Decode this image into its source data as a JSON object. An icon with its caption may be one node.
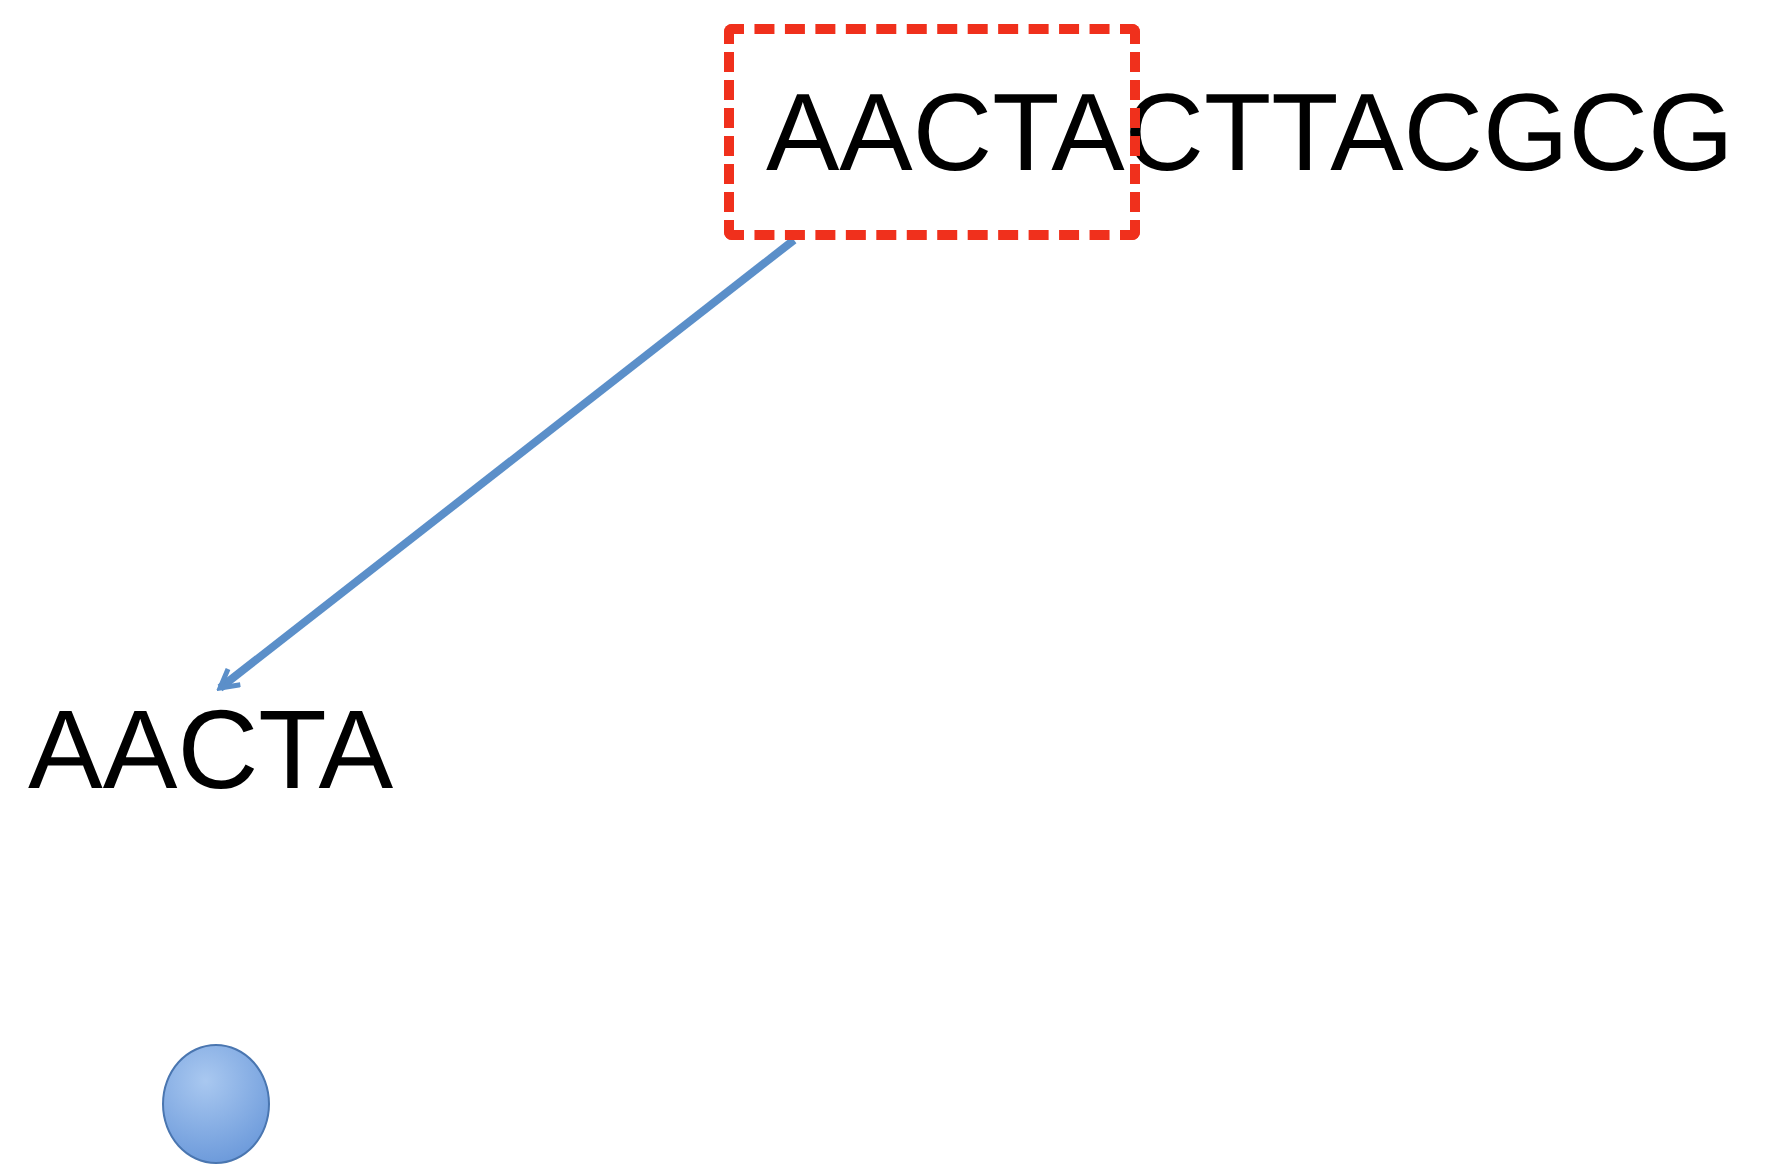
{
  "diagram": {
    "nodes": [
      {
        "text": [],
        "shape": "box"
      },
      {
        "text": [
          "AACTA"
        ]
      },
      {
        "text": [],
        "shape": "circle"
      }
    ],
    "edges": [
      {
        "from": 0,
        "to": 1,
        "arrow": "to"
      }
    ],
    "labels": [
      "AACTACTTACGCG"
    ]
  }
}
